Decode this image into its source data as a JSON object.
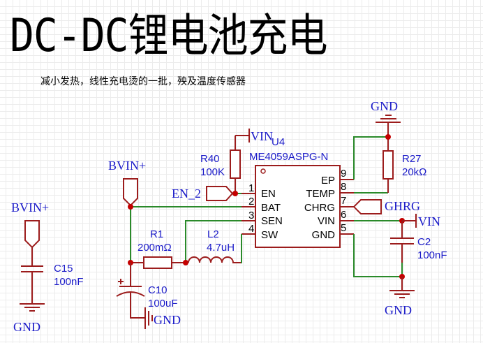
{
  "title": "DC-DC锂电池充电",
  "subtitle": "减小发热，线性充电烫的一批，殃及温度传感器",
  "colors": {
    "wire": "#2a8a2a",
    "part": "#9c1c1c",
    "junction": "#c40000",
    "label": "#1a1ac8",
    "pin_text": "#000000"
  },
  "chip": {
    "designator": "U4",
    "part": "ME4059ASPG-N",
    "left_pins": [
      {
        "num": "1",
        "name": "EN"
      },
      {
        "num": "2",
        "name": "BAT"
      },
      {
        "num": "3",
        "name": "SEN"
      },
      {
        "num": "4",
        "name": "SW"
      }
    ],
    "right_pins": [
      {
        "num": "9",
        "name": "EP"
      },
      {
        "num": "8",
        "name": "TEMP"
      },
      {
        "num": "7",
        "name": "CHRG"
      },
      {
        "num": "6",
        "name": "VIN"
      },
      {
        "num": "5",
        "name": "GND"
      }
    ]
  },
  "components": {
    "r40": {
      "ref": "R40",
      "value": "100K"
    },
    "r27": {
      "ref": "R27",
      "value": "20kΩ"
    },
    "r1": {
      "ref": "R1",
      "value": "200mΩ"
    },
    "l2": {
      "ref": "L2",
      "value": "4.7uH"
    },
    "c2": {
      "ref": "C2",
      "value": "100nF"
    },
    "c10": {
      "ref": "C10",
      "value": "100uF"
    },
    "c15": {
      "ref": "C15",
      "value": "100nF"
    }
  },
  "nets": {
    "vin_top": "VIN",
    "vin_right": "VIN",
    "gnd_top": "GND",
    "gnd_bottom_right": "GND",
    "gnd_c10": "GND",
    "gnd_c15": "GND",
    "bvin_main": "BVIN+",
    "bvin_left": "BVIN+",
    "en": "EN_2",
    "chrg": "GHRG"
  }
}
